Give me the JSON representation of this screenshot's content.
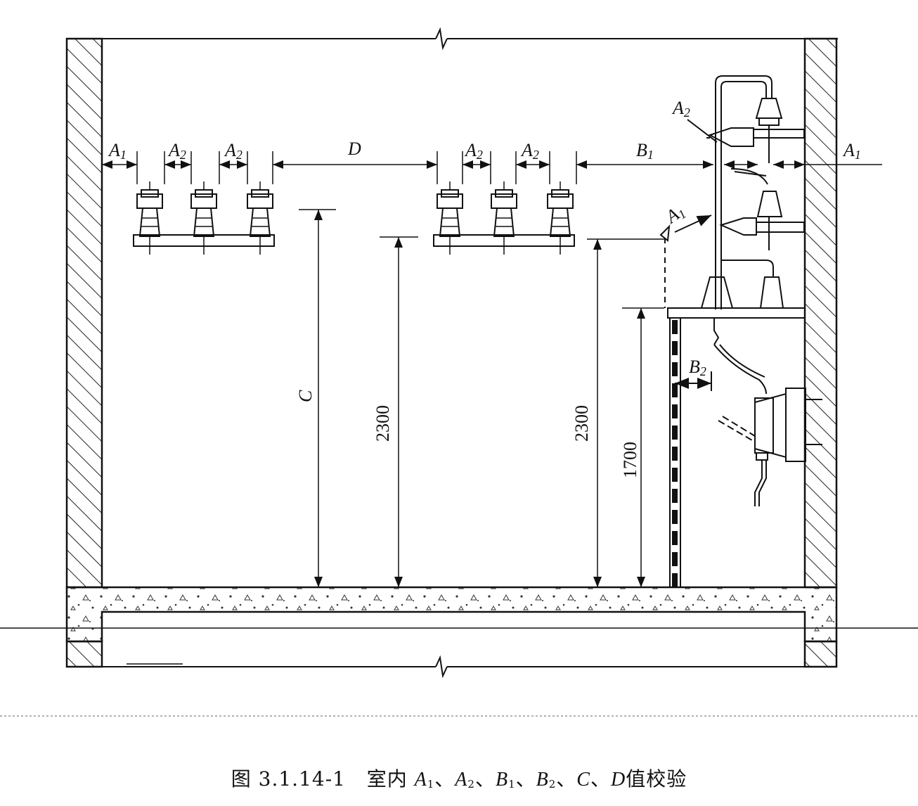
{
  "labels": {
    "a1": "A",
    "a1_sub": "1",
    "a2": "A",
    "a2_sub": "2",
    "b1": "B",
    "b1_sub": "1",
    "b2": "B",
    "b2_sub": "2",
    "c": "C",
    "d": "D"
  },
  "dimensions": {
    "h2300": "2300",
    "h1700": "1700"
  },
  "caption": {
    "prefix": "图 3.1.14-1",
    "text_before": "室内",
    "a": "A",
    "a1_sub": "1",
    "sep1": "、",
    "a2_sub": "2",
    "b": "B",
    "b1_sub": "1",
    "b2_sub": "2",
    "c": "C",
    "sep2": "、",
    "d": "D",
    "text_after": "值校验"
  }
}
